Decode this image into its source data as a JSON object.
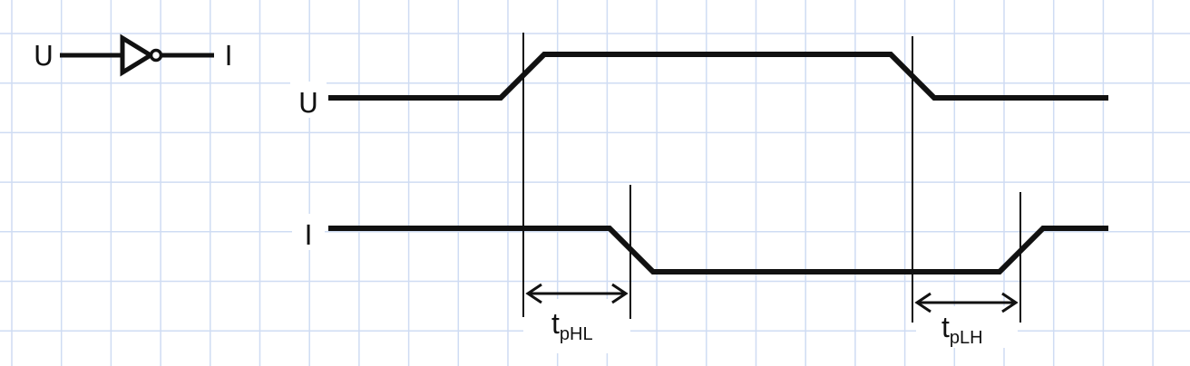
{
  "symbol": {
    "input_label": "U",
    "output_label": "I"
  },
  "signals": {
    "input_label": "U",
    "output_label": "I"
  },
  "delays": {
    "high_to_low": {
      "main": "t",
      "sub": "pHL"
    },
    "low_to_high": {
      "main": "t",
      "sub": "pLH"
    }
  },
  "colors": {
    "grid": "#cfdcf3",
    "trace": "#111111",
    "background": "#ffffff"
  }
}
